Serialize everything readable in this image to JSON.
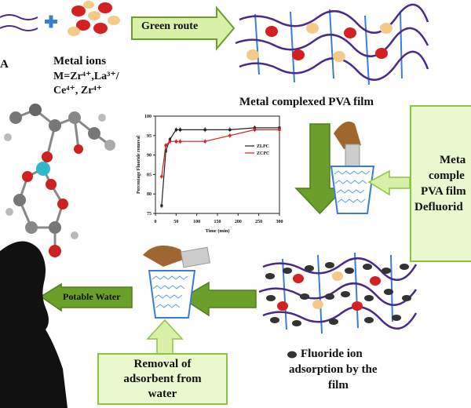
{
  "top": {
    "partial_left_letter": "A",
    "metal_ions_title": "Metal ions",
    "metal_ions_formula_line1": "M=Zr⁴⁺,La³⁺/",
    "metal_ions_formula_line2": "Ce⁴⁺, Zr⁴⁺",
    "green_route_label": "Green route",
    "film_title": "Metal complexed PVA film"
  },
  "right_box": {
    "lines": [
      "Meta",
      "comple",
      "PVA film",
      "Defluorid"
    ]
  },
  "bottom": {
    "potable_water_label": "Potable Water",
    "removal_label_lines": [
      "Removal of",
      "adsorbent from",
      "water"
    ],
    "fluoride_legend_lines": [
      "Fluoride ion",
      "adsorption by the",
      "film"
    ]
  },
  "colors": {
    "arrow_green": "#6aa02a",
    "arrow_green_light": "#d9f0a8",
    "box_border": "#8cc63f",
    "metal_red": "#d42020",
    "metal_tan": "#f5c98a",
    "chain_purple": "#4a2a8a",
    "crosslink_blue": "#3a7dd8",
    "fluoride_dark": "#333333"
  },
  "chart_data": {
    "type": "line",
    "xlabel": "Time (min)",
    "ylabel": "Percentage Fluoride removal",
    "xlim": [
      0,
      300
    ],
    "ylim": [
      75,
      100
    ],
    "xticks": [
      0,
      50,
      100,
      150,
      200,
      250,
      300
    ],
    "yticks": [
      75,
      80,
      85,
      90,
      95,
      100
    ],
    "legend_position": "right",
    "series": [
      {
        "name": "ZLPC",
        "color": "#222222",
        "x": [
          15,
          25,
          35,
          50,
          60,
          120,
          180,
          240,
          300
        ],
        "y": [
          77,
          91,
          94,
          96.5,
          96.5,
          96.5,
          96.5,
          97,
          97
        ]
      },
      {
        "name": "ZCPC",
        "color": "#d42020",
        "x": [
          15,
          25,
          35,
          50,
          60,
          120,
          180,
          240,
          300
        ],
        "y": [
          84.5,
          92.5,
          93.5,
          93.5,
          93.5,
          93.5,
          95,
          96.5,
          96.5
        ]
      }
    ]
  }
}
